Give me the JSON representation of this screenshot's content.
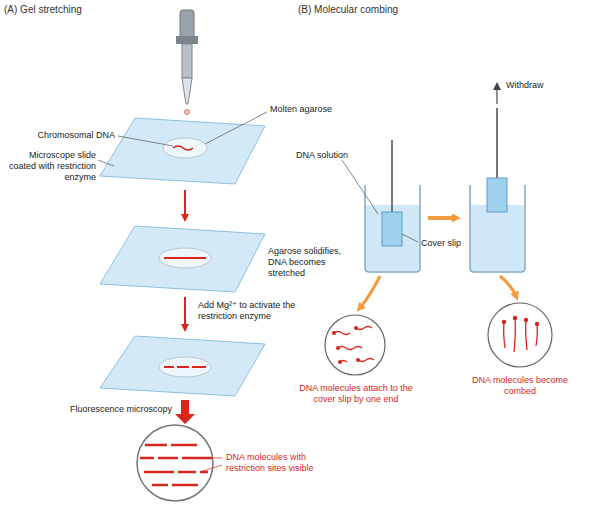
{
  "diagram": {
    "labels": [
      "(A) Gel stretching",
      "(B) Molecular combing",
      "Chromosomal DNA",
      "Molten agarose",
      "Microscope slide coated with restriction enzyme",
      "Agarose solidifies, DNA becomes stretched",
      "Add Mg²⁺ to activate the restriction enzyme",
      "Fluorescence microscopy",
      "DNA molecules with restriction sites visible",
      "DNA solution",
      "Cover slip",
      "Withdraw",
      "DNA molecules attach to the cover slip by one end",
      "DNA molecules become combed"
    ]
  }
}
